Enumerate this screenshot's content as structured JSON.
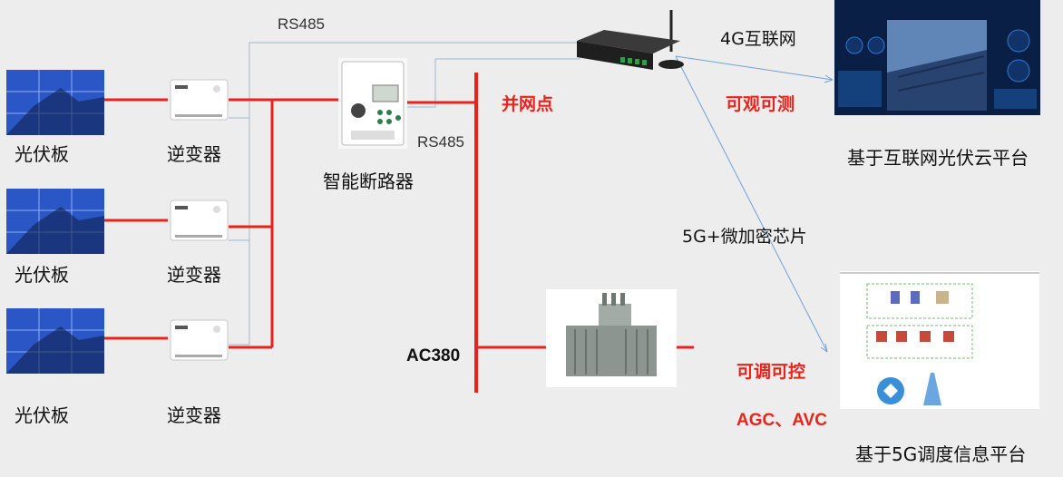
{
  "labels": {
    "pv_panel": "光伏板",
    "inverter": "逆变器",
    "smart_breaker": "智能断路器",
    "rs485_top": "RS485",
    "rs485_mid": "RS485",
    "grid_point": "并网点",
    "lte_internet": "4G互联网",
    "observable": "可观可测",
    "cloud_platform": "基于互联网光伏云平台",
    "fiveg_chip": "5G+微加密芯片",
    "controllable": "可调可控",
    "agc_avc": "AGC、AVC",
    "dispatch_platform": "基于5G调度信息平台",
    "ac380": "AC380"
  },
  "colors": {
    "power_line": "#e8231c",
    "comm_line": "#6fa0d8",
    "label_red": "#e8231c"
  }
}
